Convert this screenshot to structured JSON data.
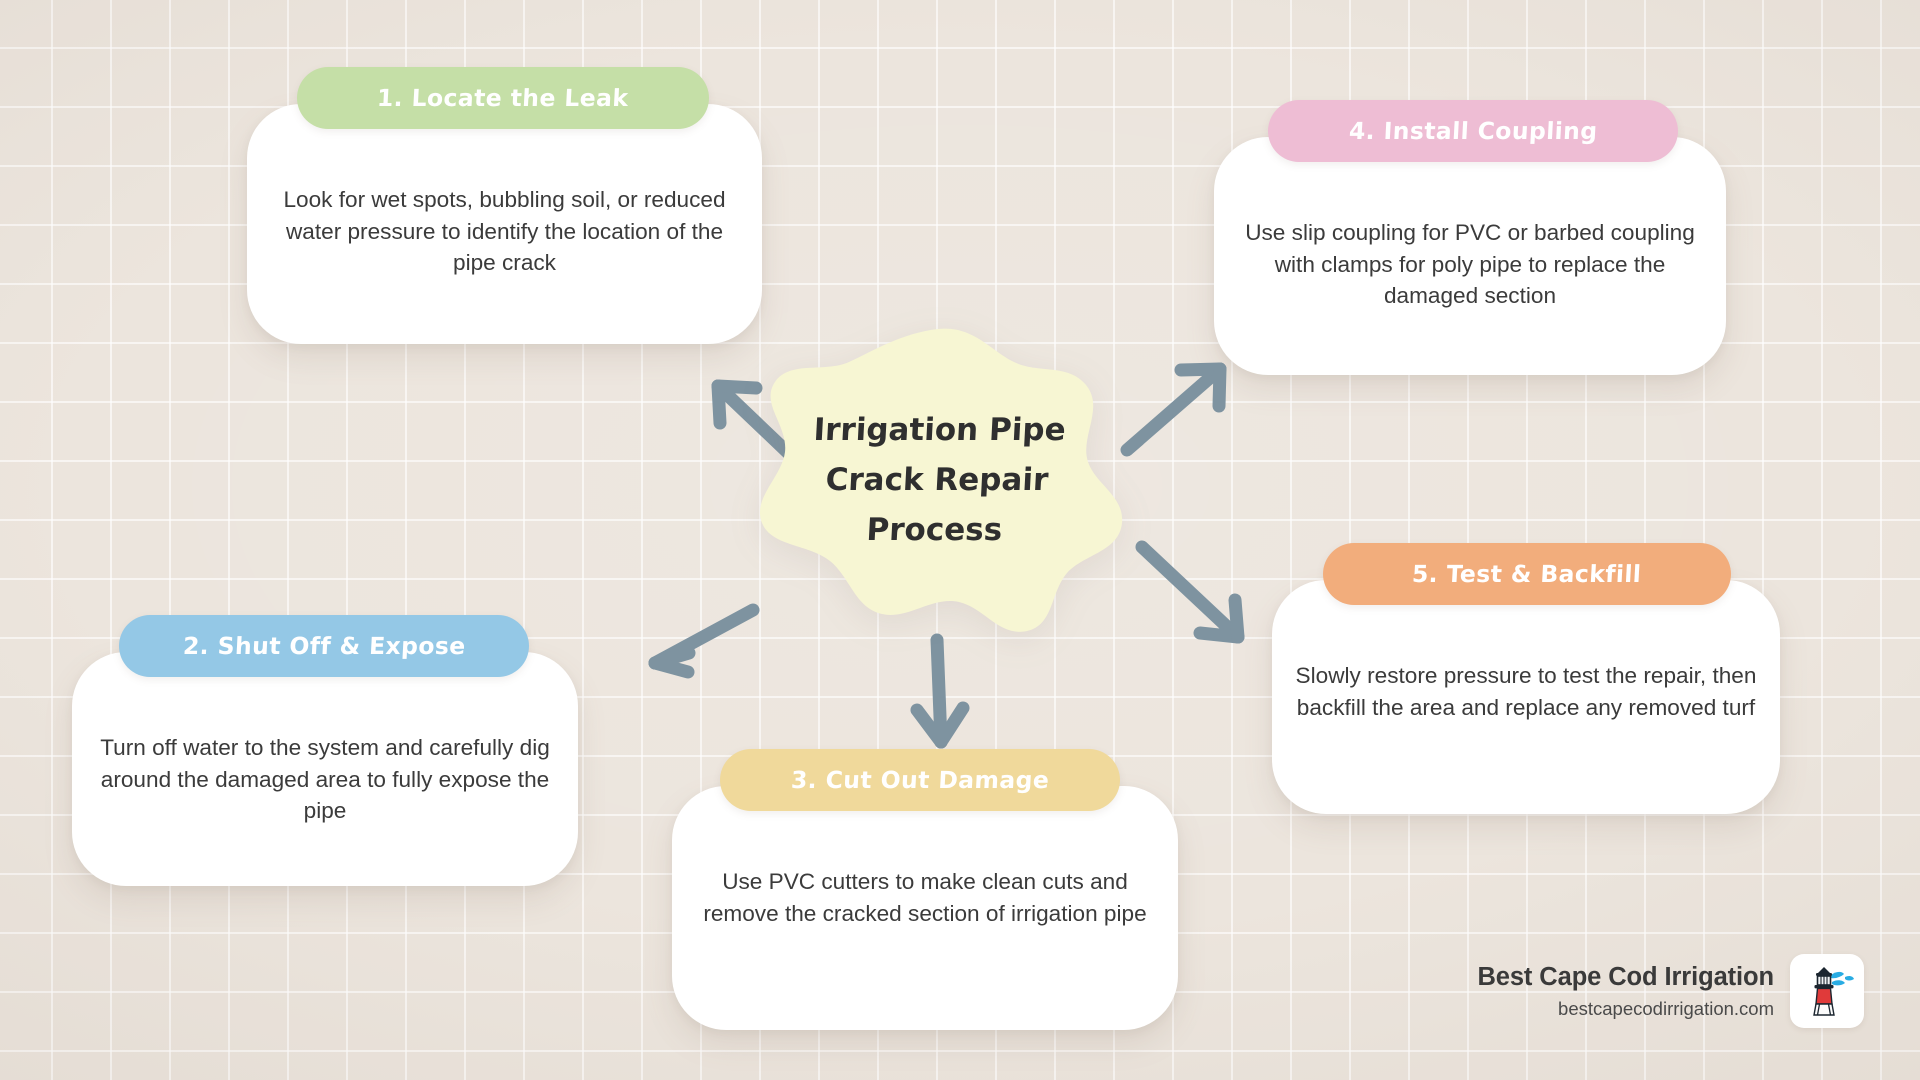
{
  "background": {
    "color": "#ece5dd",
    "grid_line_color": "#ffffff"
  },
  "center": {
    "title_lines": [
      "Irrigation Pipe",
      "Crack Repair",
      "Process"
    ],
    "blob_color": "#f7f6d3",
    "text_color": "#2f2f2f"
  },
  "steps": [
    {
      "id": "step-1",
      "header": "1. Locate the Leak",
      "body": "Look for wet spots, bubbling soil, or reduced water pressure to identify the location of the pipe crack",
      "header_color": "#c5dfa7"
    },
    {
      "id": "step-2",
      "header": "2. Shut Off & Expose",
      "body": "Turn off water to the system and carefully dig around the damaged area to fully expose the pipe",
      "header_color": "#94c8e6"
    },
    {
      "id": "step-3",
      "header": "3. Cut Out Damage",
      "body": "Use PVC cutters to make clean cuts and remove the cracked section of irrigation pipe",
      "header_color": "#f0d99b"
    },
    {
      "id": "step-4",
      "header": "4. Install Coupling",
      "body": "Use slip coupling for PVC or barbed coupling with clamps for poly pipe to replace the damaged section",
      "header_color": "#eebdd4"
    },
    {
      "id": "step-5",
      "header": "5. Test & Backfill",
      "body": "Slowly restore pressure to test the repair, then backfill the area and replace any removed turf",
      "header_color": "#f2ad7c"
    }
  ],
  "arrows": {
    "color": "#7e93a0",
    "items": [
      {
        "name": "arrow-to-step-1",
        "direction": "up-left"
      },
      {
        "name": "arrow-to-step-2",
        "direction": "down-left"
      },
      {
        "name": "arrow-to-step-3",
        "direction": "down"
      },
      {
        "name": "arrow-to-step-4",
        "direction": "up-right"
      },
      {
        "name": "arrow-to-step-5",
        "direction": "down-right"
      }
    ]
  },
  "brand": {
    "name": "Best Cape Cod Irrigation",
    "url": "bestcapecodirrigation.com",
    "logo_icon": "lighthouse-icon"
  }
}
